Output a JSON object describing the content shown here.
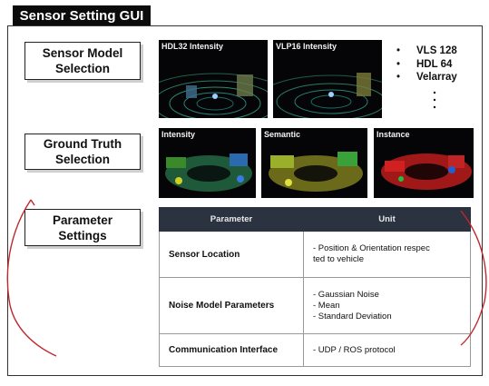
{
  "window": {
    "title": "Sensor Setting GUI"
  },
  "sections": {
    "sensor_model": "Sensor Model\nSelection",
    "ground_truth": "Ground Truth\nSelection",
    "parameter": "Parameter\nSettings"
  },
  "sensor_thumbs": [
    "HDL32 Intensity",
    "VLP16 Intensity"
  ],
  "other_models": [
    "VLS 128",
    "HDL 64",
    "Velarray"
  ],
  "gt_thumbs": [
    "Intensity",
    "Semantic",
    "Instance"
  ],
  "table": {
    "headers": [
      "Parameter",
      "Unit"
    ],
    "rows": [
      {
        "name": "Sensor Location",
        "unit": "- Position & Orientation respec\n  ted to vehicle"
      },
      {
        "name": "Noise Model Parameters",
        "unit": "- Gaussian Noise\n  - Mean\n  - Standard Deviation"
      },
      {
        "name": "Communication Interface",
        "unit": "- UDP / ROS protocol"
      }
    ]
  },
  "colors": {
    "title_bg": "#0b0b0b",
    "table_header_bg": "#2b3240",
    "annotation": "#c0282d"
  },
  "icons": {
    "bullet": "•",
    "more": "vertical-dots"
  }
}
